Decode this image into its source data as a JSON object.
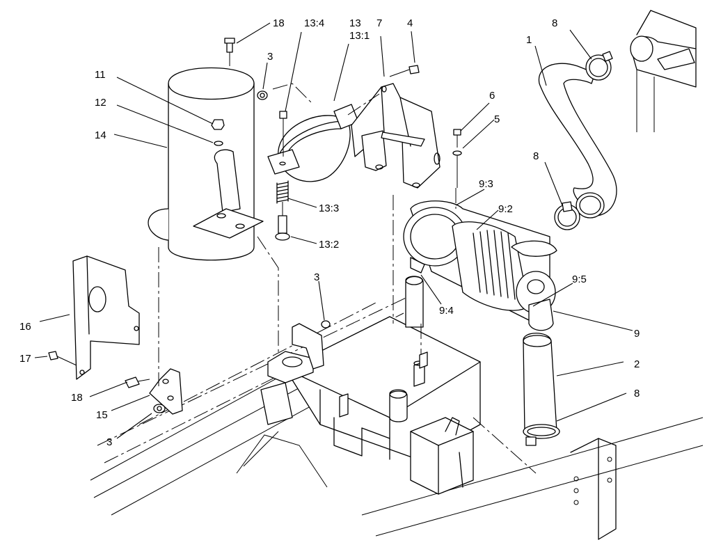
{
  "callouts": {
    "c1": "1",
    "c2": "2",
    "c3a": "3",
    "c3b": "3",
    "c3c": "3",
    "c4": "4",
    "c5": "5",
    "c6": "6",
    "c7": "7",
    "c8a": "8",
    "c8b": "8",
    "c8c": "8",
    "c9": "9",
    "c9_2": "9:2",
    "c9_3": "9:3",
    "c9_4": "9:4",
    "c9_5": "9:5",
    "c11": "11",
    "c12": "12",
    "c13": "13",
    "c13_1": "13:1",
    "c13_2": "13:2",
    "c13_3": "13:3",
    "c13_4": "13:4",
    "c14": "14",
    "c15": "15",
    "c16": "16",
    "c17": "17",
    "c18a": "18",
    "c18b": "18"
  }
}
